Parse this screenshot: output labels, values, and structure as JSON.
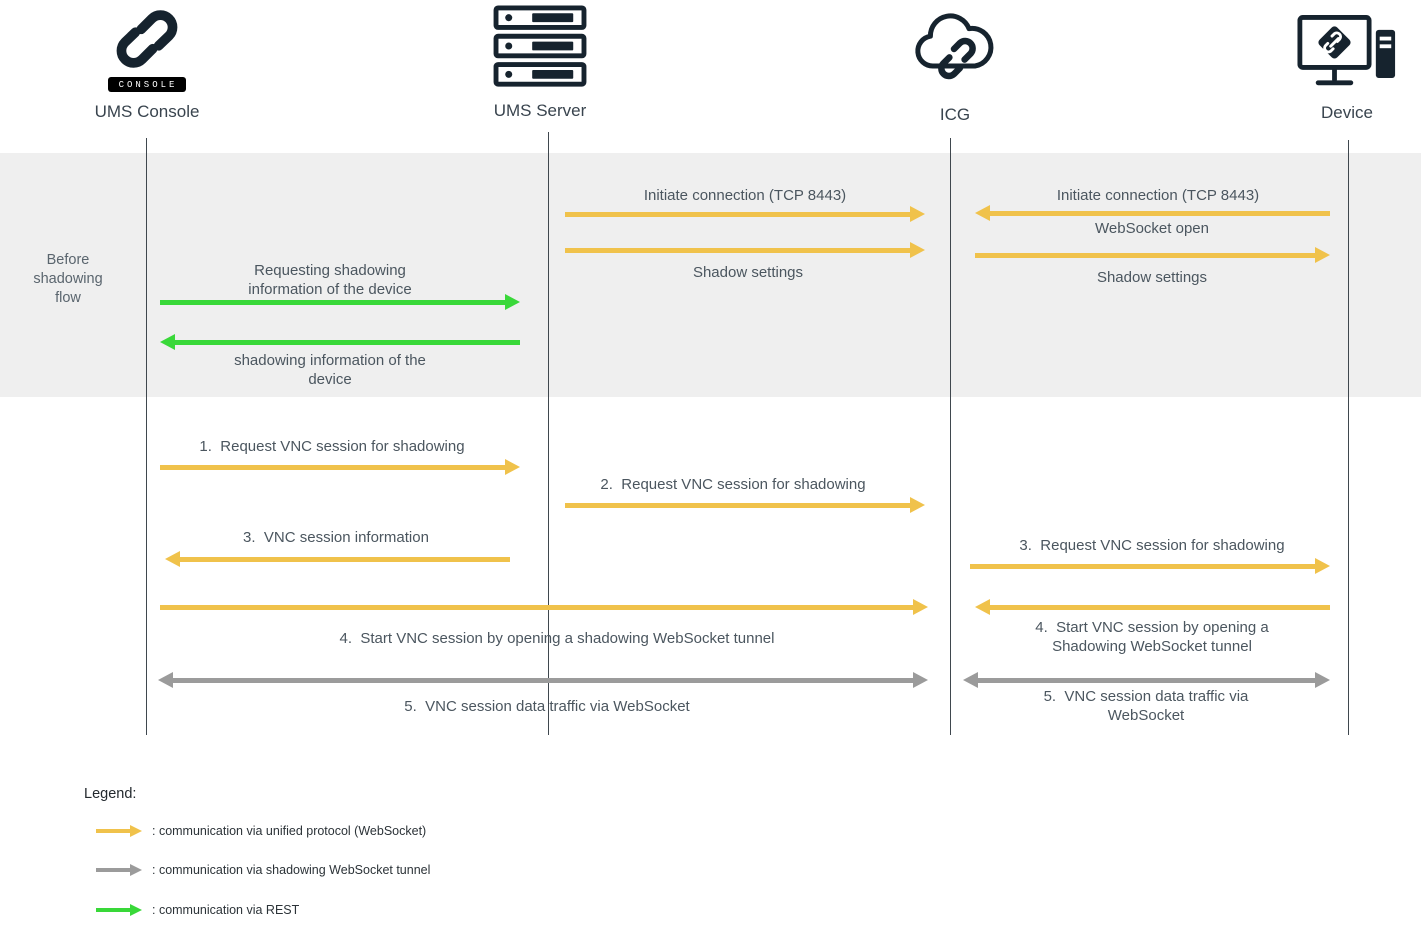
{
  "actors": {
    "console": {
      "label": "UMS Console",
      "badge": "CONSOLE"
    },
    "server": {
      "label": "UMS Server"
    },
    "icg": {
      "label": "ICG"
    },
    "device": {
      "label": "Device"
    }
  },
  "phase": {
    "label": "Before shadowing flow"
  },
  "messages": {
    "init_conn_server": "Initiate connection (TCP 8443)",
    "init_conn_device": "Initiate connection (TCP 8443)",
    "ws_open": "WebSocket open",
    "shadow_settings_server": "Shadow settings",
    "shadow_settings_device": "Shadow settings",
    "req_shadow_info": "Requesting shadowing information of the device",
    "shadow_info_reply": "shadowing information of the device",
    "step1": "1.  Request VNC session for shadowing",
    "step2": "2.  Request VNC session for shadowing",
    "step3_console": "3.  VNC session information",
    "step3_device": "3.  Request VNC session for shadowing",
    "step4_console": "4.  Start VNC session by opening a shadowing WebSocket tunnel",
    "step4_device": "4.  Start VNC session by opening a Shadowing WebSocket tunnel",
    "step5_console": "5.  VNC session data traffic via WebSocket",
    "step5_device": "5.  VNC session data traffic via WebSocket"
  },
  "legend": {
    "title": "Legend:",
    "items": [
      {
        "label": ": communication via unified protocol (WebSocket)",
        "color": "#F0C24B"
      },
      {
        "label": ": communication via shadowing WebSocket tunnel",
        "color": "#9B9B9B"
      },
      {
        "label": ": communication via REST",
        "color": "#39D839"
      }
    ]
  },
  "colors": {
    "websocket_arrow": "#F0C24B",
    "tunnel_arrow": "#9B9B9B",
    "rest_arrow": "#39D839",
    "phase_band": "#EFEFEF",
    "icon_ink": "#16232E"
  }
}
